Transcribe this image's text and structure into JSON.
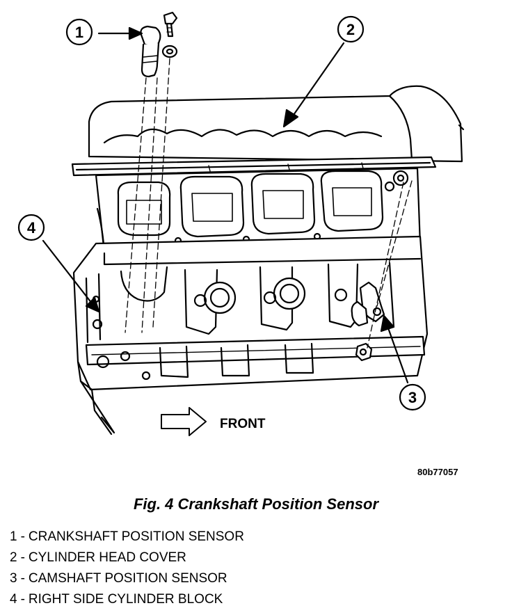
{
  "figure": {
    "code": "80b77057",
    "caption": "Fig. 4 Crankshaft Position Sensor",
    "front_label": "FRONT"
  },
  "callouts": [
    {
      "number": "1",
      "label": "CRANKSHAFT POSITION SENSOR"
    },
    {
      "number": "2",
      "label": "CYLINDER HEAD COVER"
    },
    {
      "number": "3",
      "label": "CAMSHAFT POSITION SENSOR"
    },
    {
      "number": "4",
      "label": "RIGHT SIDE CYLINDER BLOCK"
    }
  ],
  "legend_separator": "-"
}
